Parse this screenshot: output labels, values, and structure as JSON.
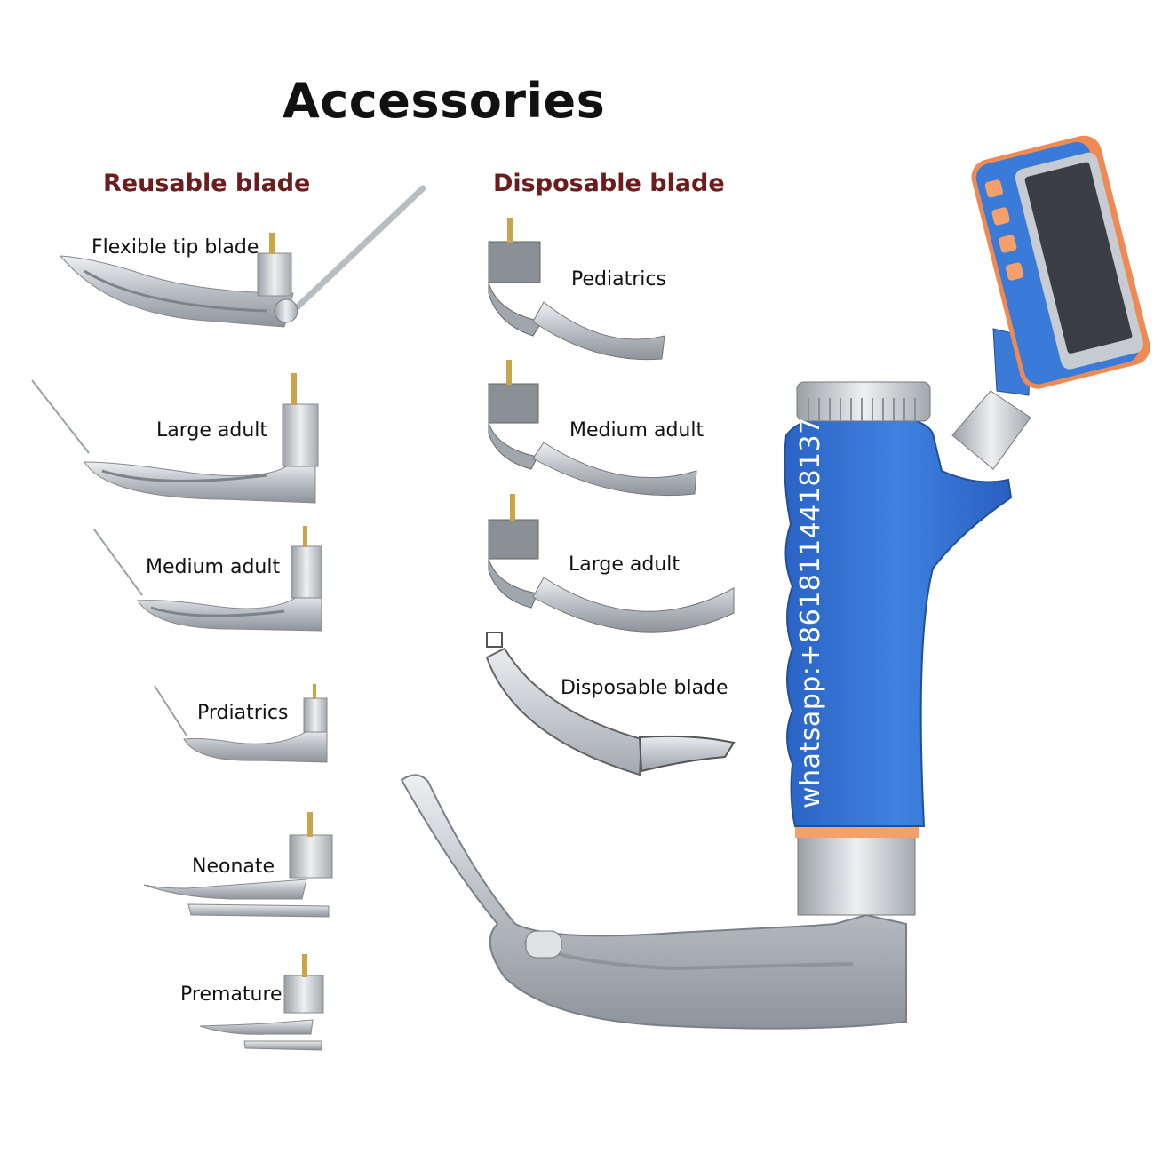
{
  "title": "Accessories",
  "sections": {
    "reusable": {
      "heading": "Reusable blade",
      "items": [
        "Flexible tip blade",
        "Large adult",
        "Medium adult",
        "Prdiatrics",
        "Neonate",
        "Premature"
      ]
    },
    "disposable": {
      "heading": "Disposable blade",
      "items": [
        "Pediatrics",
        "Medium adult",
        "Large adult",
        "Disposable blade"
      ]
    }
  },
  "handle_text": "whatsapp:+8618114418137",
  "colors": {
    "heading": "#6b1d1d",
    "handle": "#2f6fd1",
    "accent": "#f4a06a",
    "steel": "#c9cdd2"
  }
}
